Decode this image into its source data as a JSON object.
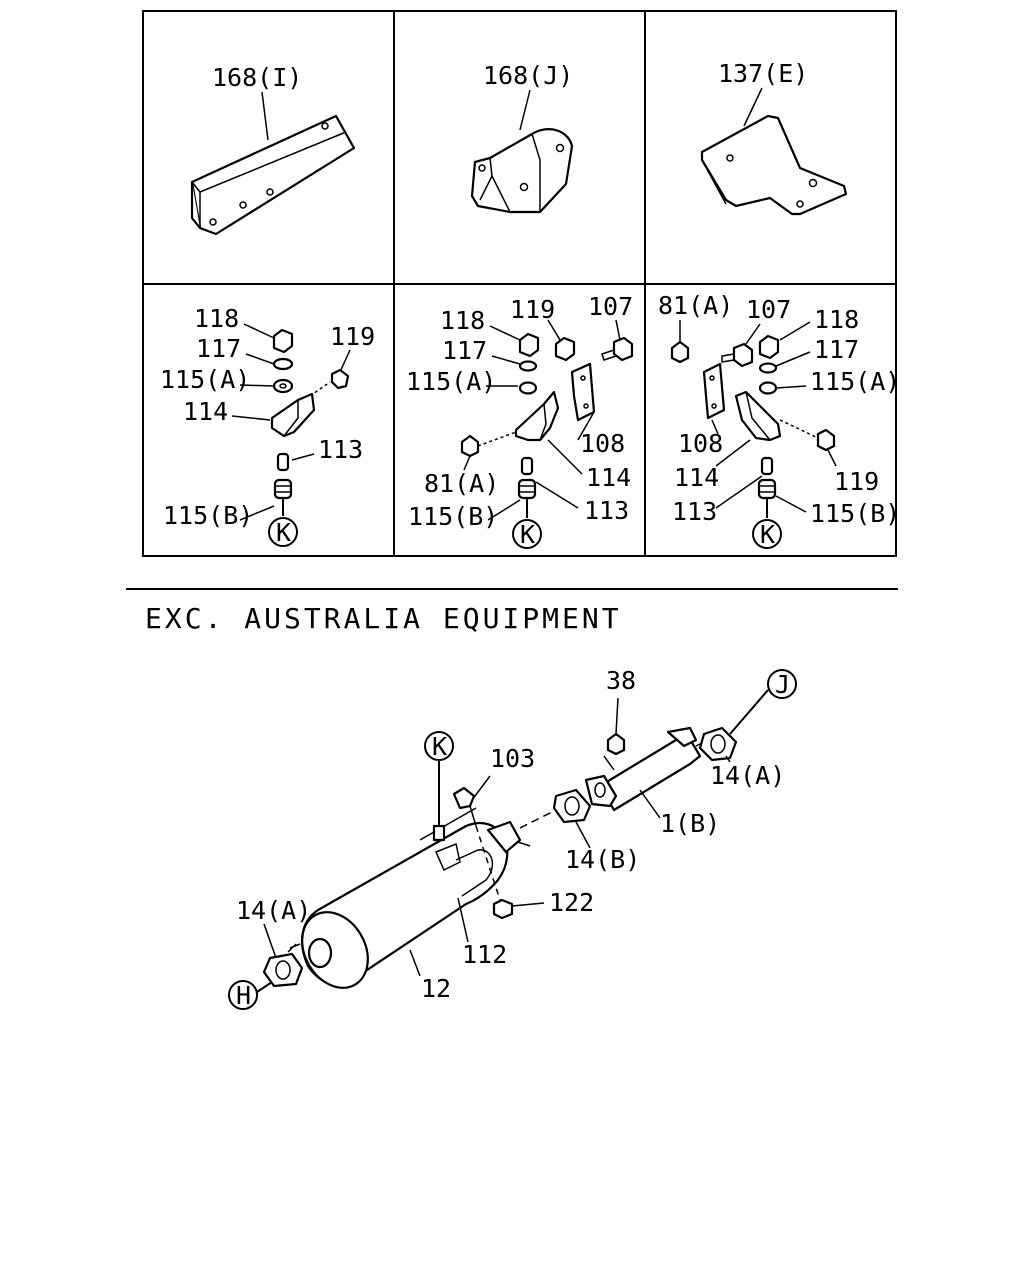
{
  "section_header": "EXC. AUSTRALIA EQUIPMENT",
  "panels": {
    "p1": {
      "label": "168(I)"
    },
    "p2": {
      "label": "168(J)"
    },
    "p3": {
      "label": "137(E)"
    },
    "p4": {
      "labels": [
        "118",
        "117",
        "115(A)",
        "114",
        "119",
        "113",
        "115(B)"
      ],
      "ref": "K"
    },
    "p5": {
      "labels": [
        "118",
        "119",
        "107",
        "117",
        "115(A)",
        "108",
        "81(A)",
        "114",
        "115(B)",
        "113"
      ],
      "ref": "K"
    },
    "p6": {
      "labels": [
        "81(A)",
        "107",
        "118",
        "117",
        "115(A)",
        "108",
        "114",
        "119",
        "113",
        "115(B)"
      ],
      "ref": "K"
    }
  },
  "main": {
    "labels": {
      "n38": "38",
      "n103": "103",
      "n14a_right": "14(A)",
      "n1b": "1(B)",
      "n14b": "14(B)",
      "n122": "122",
      "n14a_left": "14(A)",
      "n112": "112",
      "n12": "12"
    },
    "refs": {
      "k": "K",
      "j": "J",
      "h": "H"
    }
  }
}
